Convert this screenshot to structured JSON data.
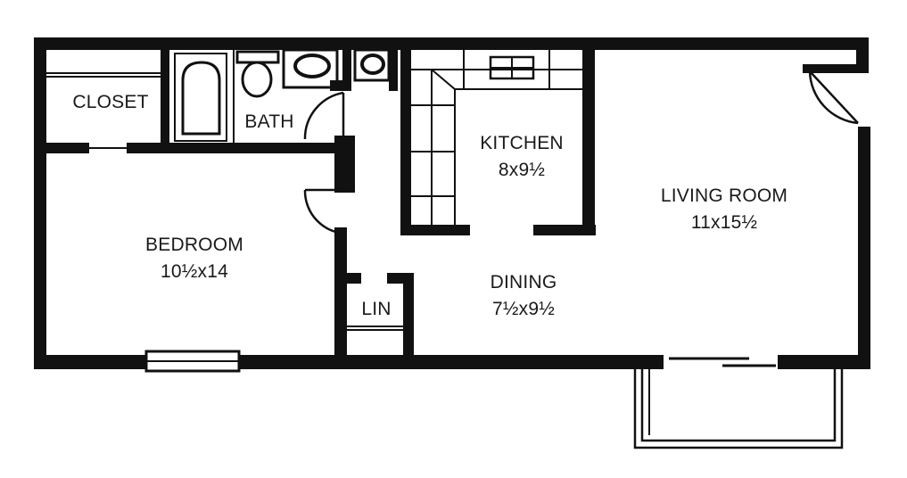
{
  "rooms": {
    "closet": {
      "name": "CLOSET"
    },
    "bath": {
      "name": "BATH"
    },
    "kitchen": {
      "name": "KITCHEN",
      "dims": "8x9½"
    },
    "living": {
      "name": "LIVING ROOM",
      "dims": "11x15½"
    },
    "bedroom": {
      "name": "BEDROOM",
      "dims": "10½x14"
    },
    "dining": {
      "name": "DINING",
      "dims": "7½x9½"
    },
    "linen": {
      "name": "LIN"
    }
  },
  "colors": {
    "wall": "#111111",
    "background": "#ffffff"
  }
}
